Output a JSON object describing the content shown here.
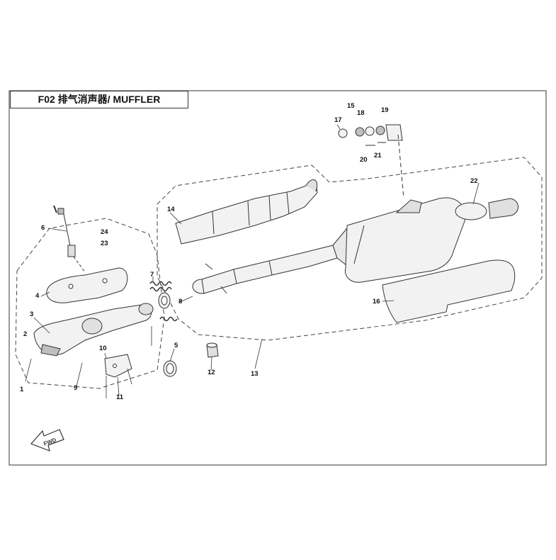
{
  "title": "F02 排气消声器/ MUFFLER",
  "fwd_label": "FWD",
  "callouts": [
    "1",
    "2",
    "3",
    "4",
    "5",
    "6",
    "7",
    "8",
    "9",
    "10",
    "11",
    "12",
    "13",
    "14",
    "15",
    "16",
    "17",
    "18",
    "19",
    "20",
    "21",
    "22",
    "23",
    "24"
  ],
  "colors": {
    "line": "#333333",
    "part_fill": "#f2f2f2",
    "shade": "#bfbfbf",
    "dark": "#555555"
  }
}
